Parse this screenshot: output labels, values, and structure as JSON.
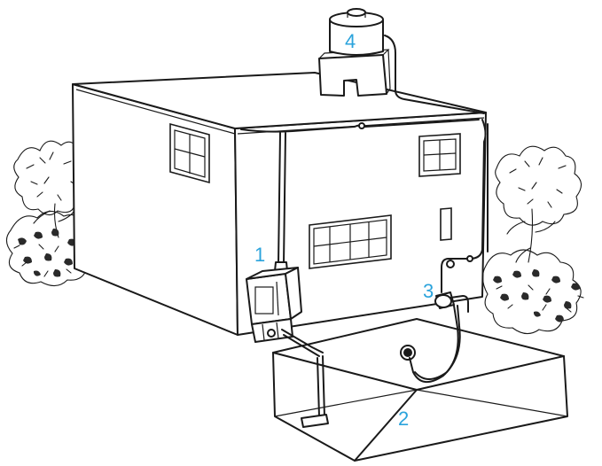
{
  "labels": {
    "downspout_filter": "1",
    "cistern": "2",
    "pump": "3",
    "roof_tank": "4"
  },
  "colors": {
    "label": "#2aa3dc",
    "ink": "#1a1a1a",
    "background": "#ffffff"
  }
}
